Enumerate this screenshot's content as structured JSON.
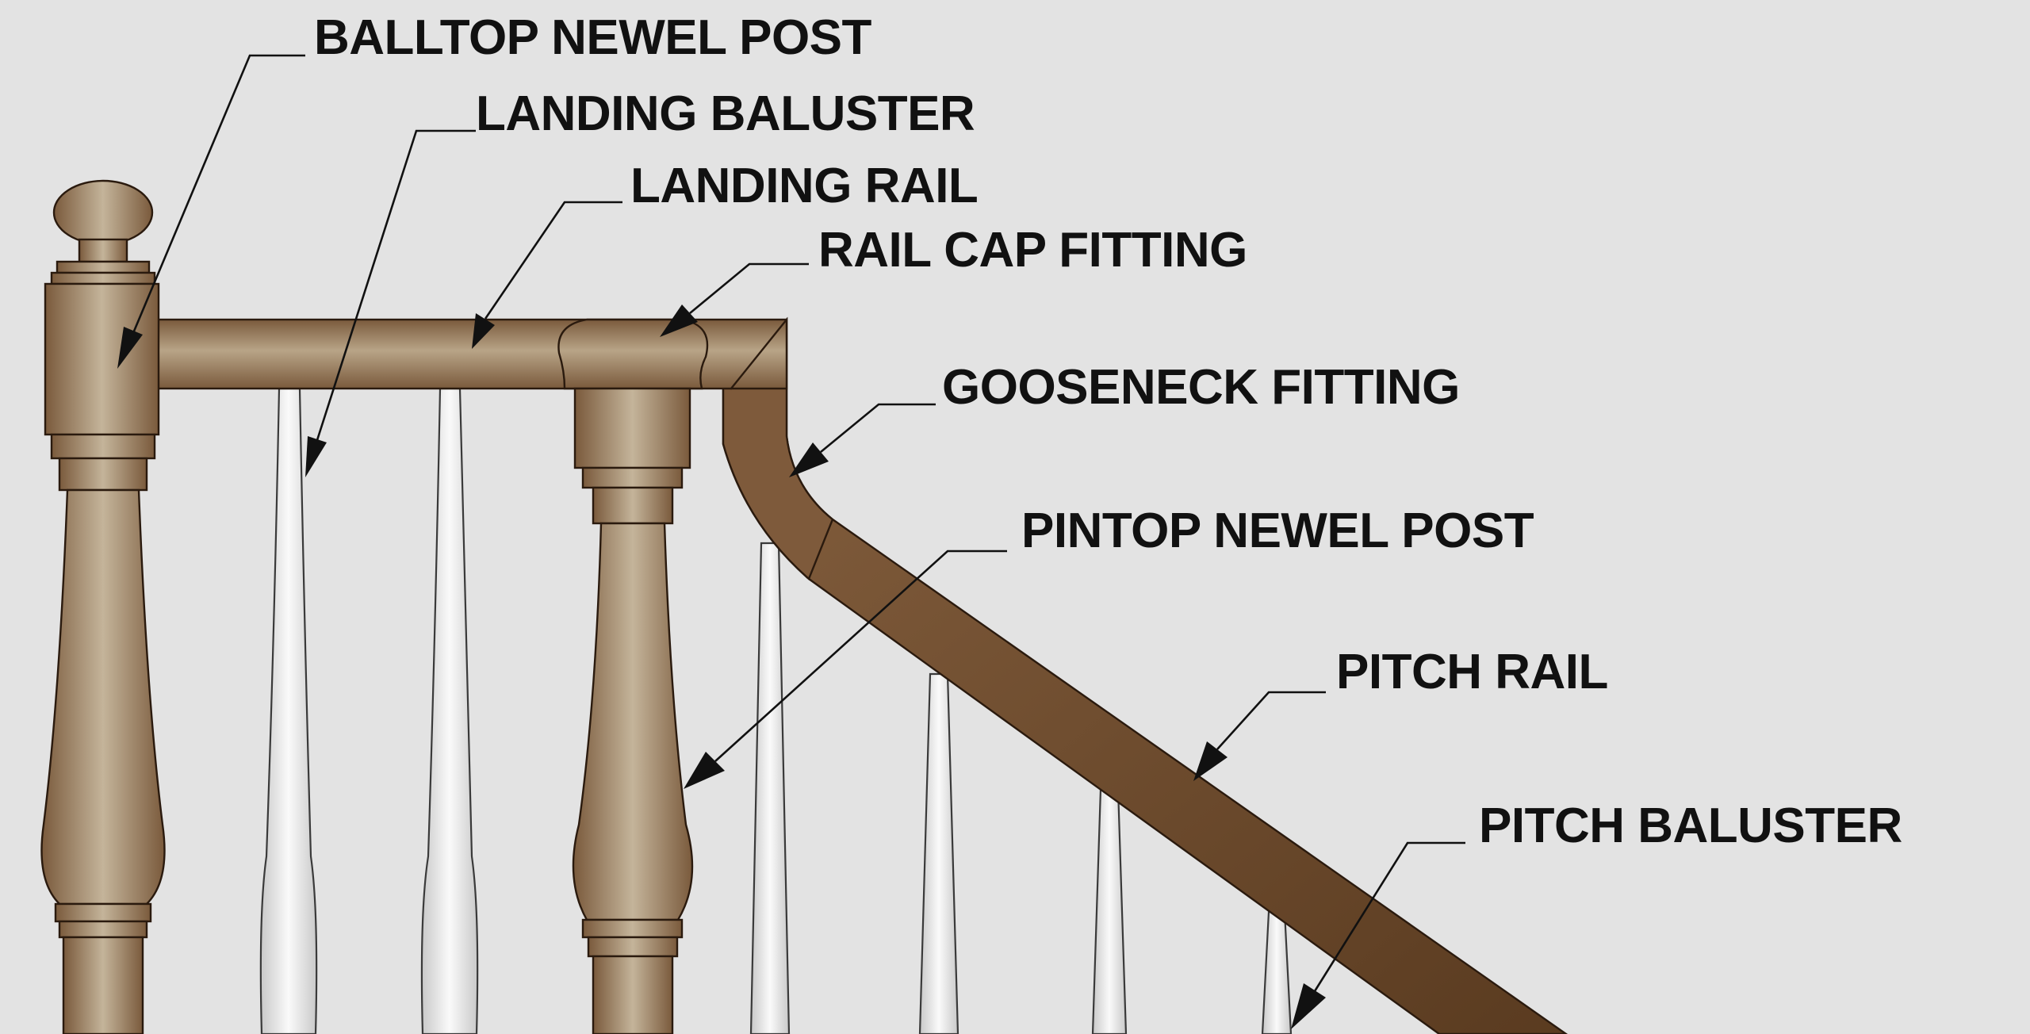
{
  "colors": {
    "background": "#e3e3e3",
    "wood_dark": "#7a5a3c",
    "wood_light": "#c4b49a",
    "rail_brown": "#7e5a3b",
    "rail_brown_dark": "#5a3b20",
    "baluster_white": "#fafafa",
    "baluster_shade": "#c9c9c9",
    "label_ink": "#111111"
  },
  "labels": {
    "balltop_newel_post": "BALLTOP NEWEL POST",
    "landing_baluster": "LANDING BALUSTER",
    "landing_rail": "LANDING RAIL",
    "rail_cap_fitting": "RAIL CAP FITTING",
    "gooseneck_fitting": "GOOSENECK FITTING",
    "pintop_newel_post": "PINTOP NEWEL POST",
    "pitch_rail": "PITCH RAIL",
    "pitch_baluster": "PITCH BALUSTER"
  }
}
